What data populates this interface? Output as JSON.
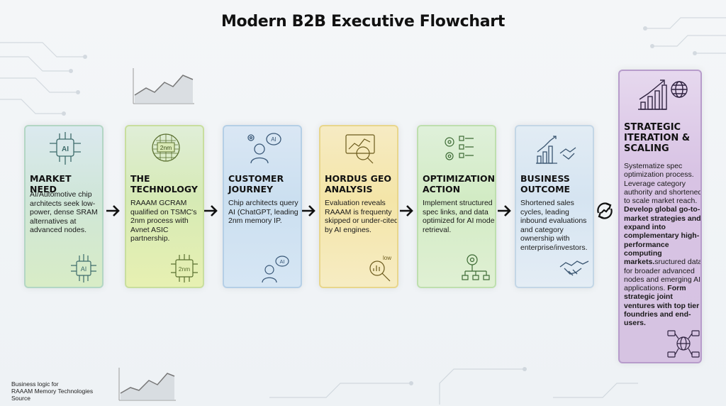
{
  "title": "Modern B2B Executive Flowchart",
  "cards": [
    {
      "heading": "MARKET NEED",
      "body": "AI/Automotive chip architects seek low-power, dense SRAM alternatives at advanced nodes.",
      "icon_top": "ai-chip-icon",
      "icon_bottom": "ai-chip-icon",
      "icon_text": "AI",
      "color": "#cfe6d8"
    },
    {
      "heading": "THE TECHNOLOGY",
      "body": "RAAAM GCRAM qualified on TSMC's 2nm process with Avnet ASIC partnership.",
      "icon_top": "wafer-icon",
      "icon_bottom": "chip-2nm-icon",
      "icon_text": "2nm",
      "color": "#d6eab5"
    },
    {
      "heading": "CUSTOMER JOURNEY",
      "body": "Chip architects query AI (ChatGPT, leading 2nm memory IP.",
      "icon_top": "user-ai-icon",
      "icon_bottom": "user-ai-icon",
      "icon_text": "AI",
      "color": "#cbdff0"
    },
    {
      "heading": "HORDUS GEO ANALYSIS",
      "body": "Evaluation reveals RAAAM is frequenty skipped or under-cited by AI engines.",
      "icon_top": "analysis-magnifier-icon",
      "icon_bottom": "magnifier-chart-icon",
      "icon_text": "low",
      "color": "#f4e5a8"
    },
    {
      "heading": "OPTIMIZATION ACTION",
      "body": "Implement structured spec links, and data optimized for AI model retrieval.",
      "icon_top": "gears-list-icon",
      "icon_bottom": "gear-network-icon",
      "color": "#d2ebc4"
    },
    {
      "heading": "BUSINESS OUTCOME",
      "body": "Shortened sales cycles, leading inbound evaluations and category ownership with enterprise/investors.",
      "icon_top": "growth-handshake-icon",
      "icon_bottom": "handshake-icon",
      "color": "#d5e4f1"
    },
    {
      "heading": "STRATEGIC ITERATION & SCALING",
      "icon_top": "growth-globe-icon",
      "icon_bottom": "database-globe-icon",
      "color": "#d8c3e4",
      "body_parts": [
        "Systematize spec optimization process. Leverage category authority and shortened to scale market reach.",
        "Develop global go-to-market strategies and expand into complementary high-performance computing markets.",
        "sructured data for broader advanced nodes and emerging AI applications.",
        "Form strategic joint ventures with top tier foundries and end-users."
      ]
    }
  ],
  "arrows": [
    "arrow-right-icon",
    "arrow-right-icon",
    "arrow-right-icon",
    "arrow-right-icon",
    "arrow-right-icon"
  ],
  "cycle_icon": "cycle-arrows-icon",
  "footer": {
    "line1": "Business logic for",
    "line2": "RAAAM Memory Technologies",
    "line3": "Source"
  }
}
